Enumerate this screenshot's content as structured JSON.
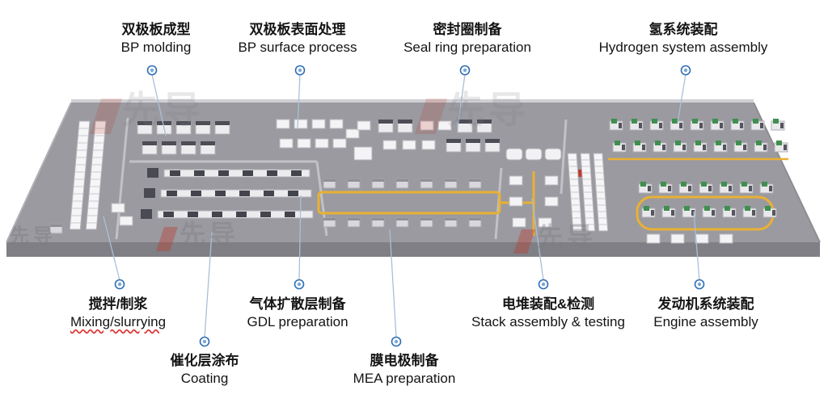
{
  "diagram": {
    "labels": [
      {
        "id": "bp-molding",
        "zh": "双极板成型",
        "en": "BP molding"
      },
      {
        "id": "bp-surface-process",
        "zh": "双极板表面处理",
        "en": "BP surface process"
      },
      {
        "id": "seal-ring-preparation",
        "zh": "密封圈制备",
        "en": "Seal ring preparation"
      },
      {
        "id": "hydrogen-system-assembly",
        "zh": "氢系统装配",
        "en": "Hydrogen system assembly"
      },
      {
        "id": "mixing-slurrying",
        "zh": "搅拌/制浆",
        "en": "Mixing/slurrying"
      },
      {
        "id": "gdl-preparation",
        "zh": "气体扩散层制备",
        "en": "GDL preparation"
      },
      {
        "id": "coating",
        "zh": "催化层涂布",
        "en": "Coating"
      },
      {
        "id": "mea-preparation",
        "zh": "膜电极制备",
        "en": "MEA preparation"
      },
      {
        "id": "stack-assembly-testing",
        "zh": "电堆装配&检测",
        "en": "Stack assembly & testing"
      },
      {
        "id": "engine-assembly",
        "zh": "发动机系统装配",
        "en": "Engine assembly"
      }
    ],
    "watermark": {
      "text": "先导"
    },
    "colors": {
      "floor": "#9a9aa0",
      "floor_front": "#7f7f85",
      "wall": "#c8c8cd",
      "conveyor_yellow": "#eab033",
      "machine_green": "#3f8f4f",
      "marker_blue": "#2e6eb5",
      "leader_line": "#a9c0d8",
      "person_red": "#c0392b"
    }
  }
}
